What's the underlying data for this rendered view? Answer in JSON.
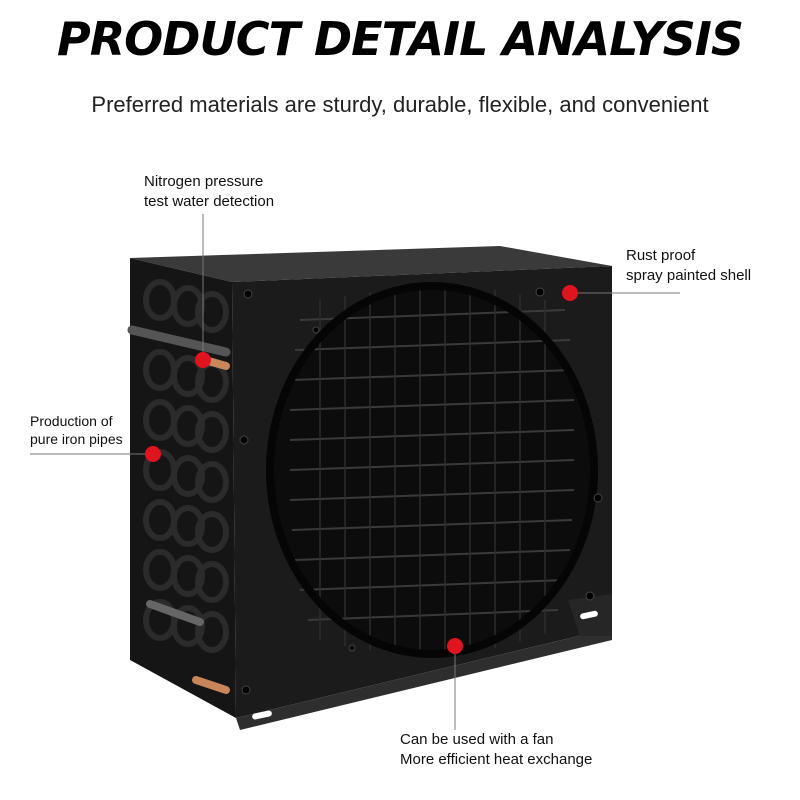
{
  "header": {
    "title": "PRODUCT DETAIL ANALYSIS",
    "subtitle": "Preferred materials are sturdy, durable, flexible, and convenient"
  },
  "callouts": {
    "nitrogen": {
      "line1": "Nitrogen pressure",
      "line2": "test water detection"
    },
    "rust": {
      "line1": "Rust proof",
      "line2": "spray painted shell"
    },
    "iron": {
      "line1": "Production of",
      "line2": "pure iron pipes"
    },
    "fan": {
      "line1": "Can be used with a fan",
      "line2": "More efficient heat exchange"
    }
  },
  "colors": {
    "marker": "#e0141e",
    "body": "#1a1a1a",
    "copper": "#c8865a"
  }
}
